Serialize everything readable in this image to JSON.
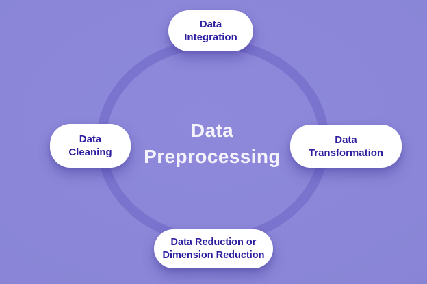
{
  "title": "Data\nPreprocessing",
  "nodes": [
    {
      "id": "integration",
      "label": "Data\nIntegration"
    },
    {
      "id": "cleaning",
      "label": "Data\nCleaning"
    },
    {
      "id": "transformation",
      "label": "Data\nTransformation"
    },
    {
      "id": "reduction",
      "label": "Data Reduction or\nDimension Reduction"
    }
  ],
  "colors": {
    "background": "#8A85D6",
    "background_center": "#8E89DB",
    "background_edge": "#7C76C5",
    "ring": "#7B74CE",
    "pill_background": "#FFFFFF",
    "pill_text": "#2D1EA0",
    "title_text": "#F4F3FC"
  }
}
